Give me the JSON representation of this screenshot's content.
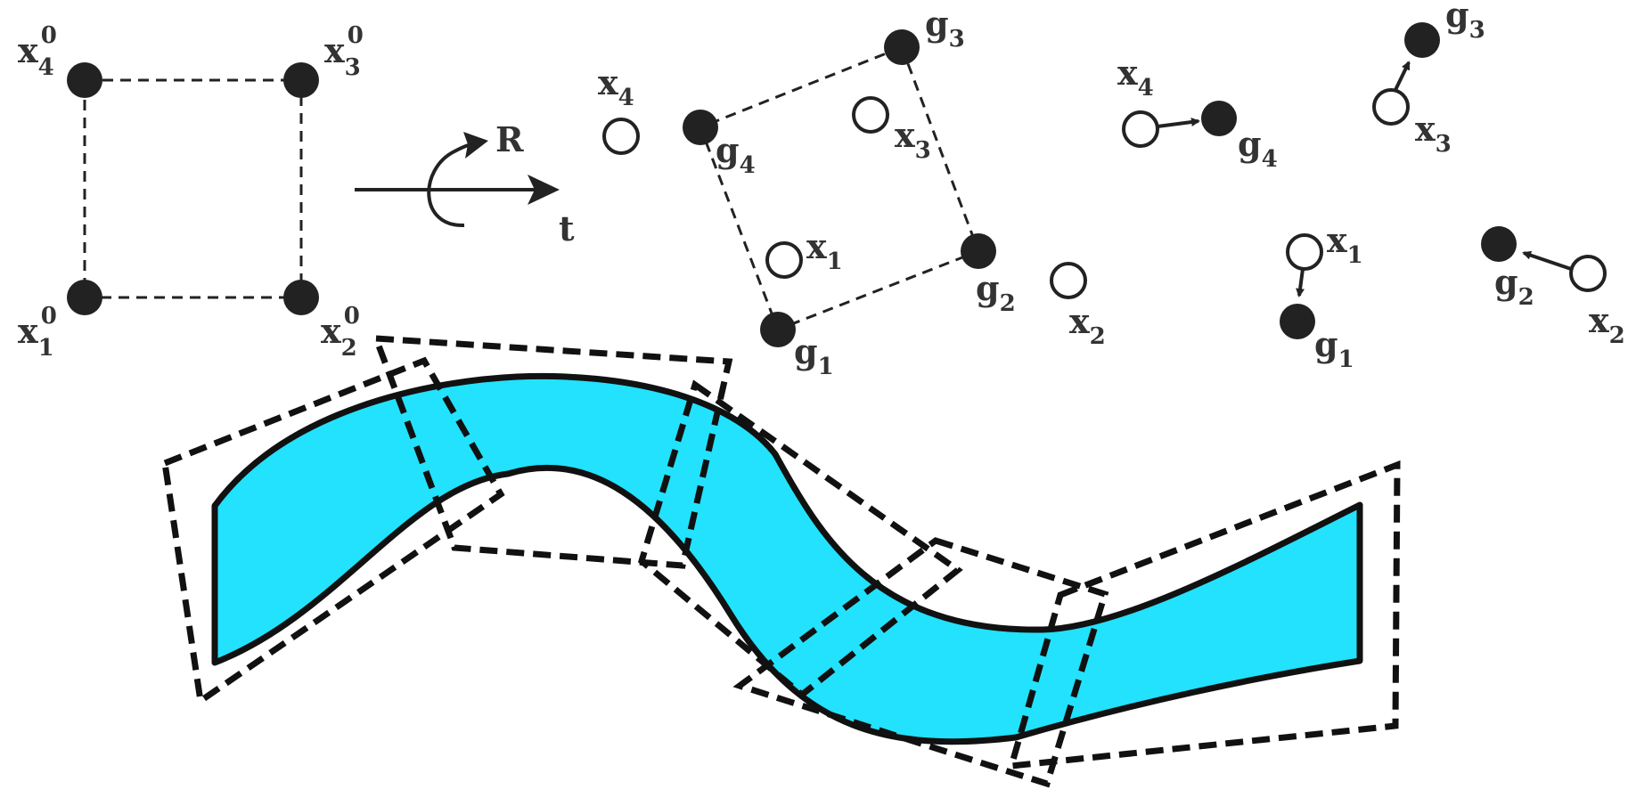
{
  "colors": {
    "ribbon_fill": "#22e2fd",
    "ink": "#222222",
    "label": "#333333"
  },
  "labels": {
    "x4_0": {
      "main": "x",
      "sub": "4",
      "sup": "0"
    },
    "x3_0": {
      "main": "x",
      "sub": "3",
      "sup": "0"
    },
    "x1_0": {
      "main": "x",
      "sub": "1",
      "sup": "0"
    },
    "x2_0": {
      "main": "x",
      "sub": "2",
      "sup": "0"
    },
    "rotation": "R",
    "translation": "t",
    "stage2": {
      "x4": {
        "main": "x",
        "sub": "4"
      },
      "x3": {
        "main": "x",
        "sub": "3"
      },
      "x1": {
        "main": "x",
        "sub": "1"
      },
      "x2": {
        "main": "x",
        "sub": "2"
      },
      "g1": {
        "main": "g",
        "sub": "1"
      },
      "g2": {
        "main": "g",
        "sub": "2"
      },
      "g3": {
        "main": "g",
        "sub": "3"
      },
      "g4": {
        "main": "g",
        "sub": "4"
      }
    },
    "stage3": {
      "x4": {
        "main": "x",
        "sub": "4"
      },
      "x3": {
        "main": "x",
        "sub": "3"
      },
      "x1": {
        "main": "x",
        "sub": "1"
      },
      "x2": {
        "main": "x",
        "sub": "2"
      },
      "g1": {
        "main": "g",
        "sub": "1"
      },
      "g2": {
        "main": "g",
        "sub": "2"
      },
      "g3": {
        "main": "g",
        "sub": "3"
      },
      "g4": {
        "main": "g",
        "sub": "4"
      }
    }
  }
}
